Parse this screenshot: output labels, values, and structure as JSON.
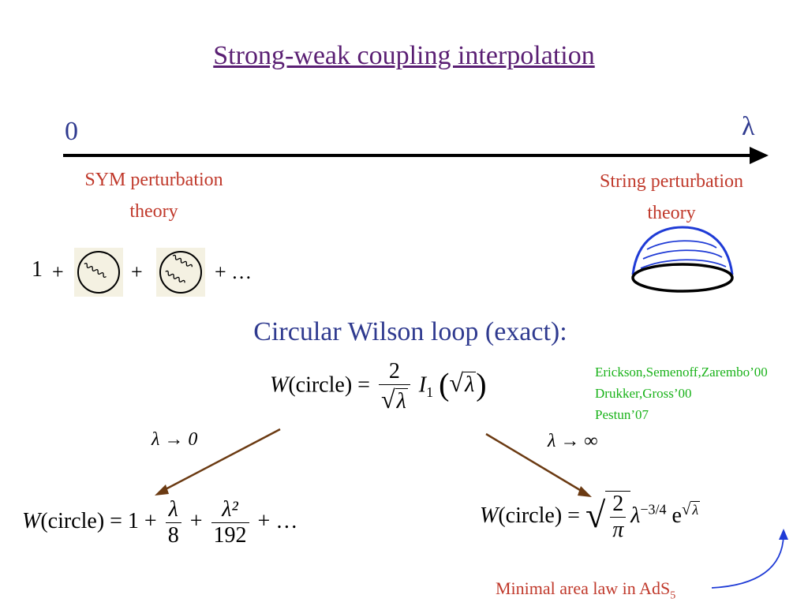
{
  "title": "Strong-weak coupling interpolation",
  "axis": {
    "start_label": "0",
    "end_label": "λ"
  },
  "sym_label": [
    "SYM perturbation",
    "theory"
  ],
  "string_label": [
    "String perturbation",
    "theory"
  ],
  "series": {
    "one": "1",
    "plus": "+",
    "ellipsis": "+ …"
  },
  "wilson_heading": "Circular Wilson loop (exact):",
  "references": [
    "Erickson,Semenoff,Zarembo’00",
    "Drukker,Gross’00",
    "Pestun’07"
  ],
  "formula_main": {
    "lhs_W": "W",
    "lhs_arg": "(circle) =",
    "frac_num": "2",
    "frac_den": "λ",
    "bessel": "I",
    "bessel_index": "1",
    "paren_open": "(",
    "sqrt_body": "λ",
    "paren_close": ")"
  },
  "limits": {
    "left": "λ → 0",
    "right": "λ → ∞"
  },
  "formula_weak": {
    "lhs_W": "W",
    "lhs_rest": "(circle) = 1 +",
    "frac1_num": "λ",
    "frac1_den": "8",
    "plus": "+",
    "frac2_num": "λ²",
    "frac2_den": "192",
    "tail": "+ …"
  },
  "formula_strong": {
    "lhs_W": "W",
    "lhs_rest": "(circle) =",
    "frac_num": "2",
    "frac_den": "π",
    "lambda": "λ",
    "exponent": "−3/4",
    "e": "e",
    "exp_sqrt": "λ"
  },
  "minimal_area": {
    "text": "Minimal area law in AdS",
    "sub": "5"
  },
  "colors": {
    "title": "#5a1f73",
    "axis_label": "#2f3a8f",
    "theory_label": "#c0392b",
    "references": "#19b219",
    "arrow_brown": "#6b3a12",
    "annotation_blue": "#1f3bd6"
  }
}
